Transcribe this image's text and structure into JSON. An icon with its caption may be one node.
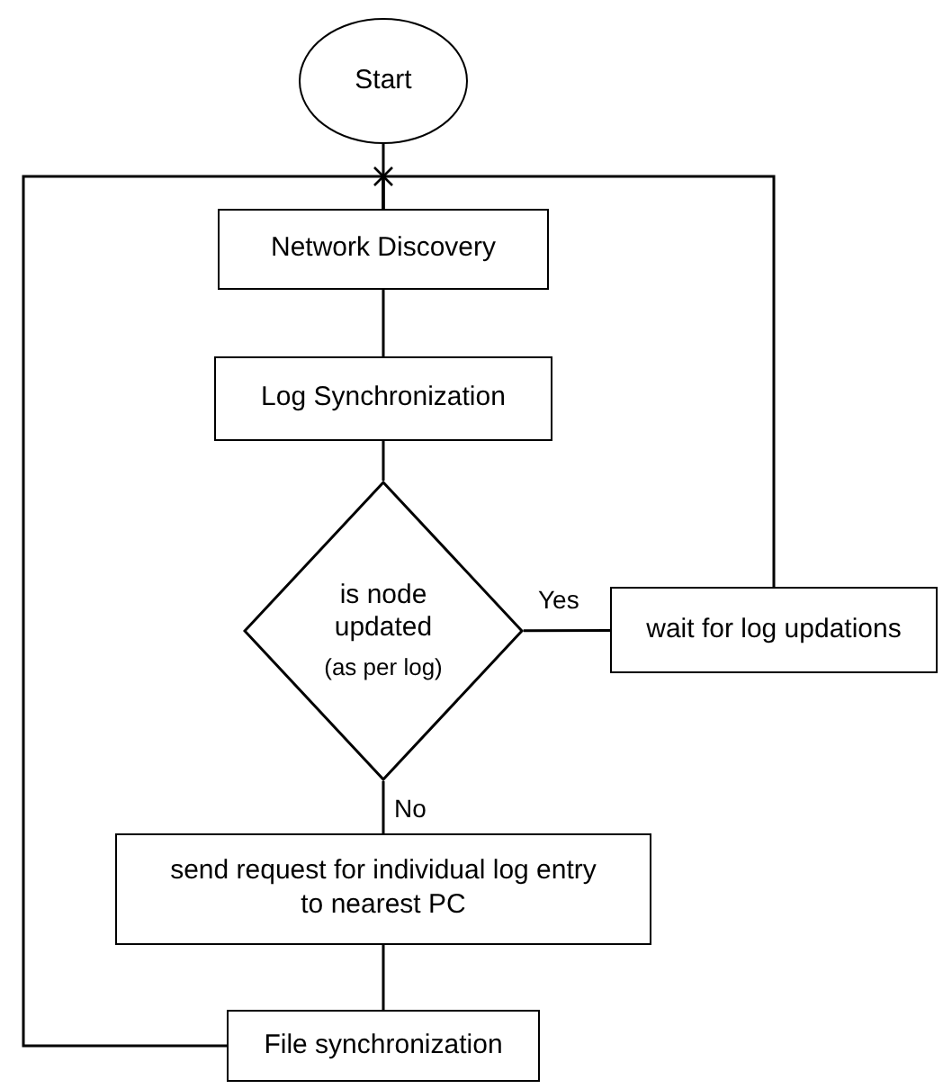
{
  "diagram": {
    "nodes": [
      {
        "text": [
          "Start"
        ]
      },
      {
        "text": [
          "Network Discovery"
        ]
      },
      {
        "text": [
          "Log Synchronization"
        ]
      },
      {
        "text": [
          "is node updated",
          "(as per log)"
        ]
      },
      {
        "text": [
          "wait for log updations"
        ]
      },
      {
        "text": [
          "send request for individual log entry to nearest PC"
        ]
      },
      {
        "text": [
          "File synchronization"
        ]
      }
    ],
    "edges": [
      {
        "from": 0,
        "to": 1,
        "arrow": "none"
      },
      {
        "from": 1,
        "to": 2,
        "arrow": "none"
      },
      {
        "from": 2,
        "to": 3,
        "arrow": "none"
      },
      {
        "from": 3,
        "to": 4,
        "label": "Yes",
        "arrow": "none"
      },
      {
        "from": 3,
        "to": 5,
        "label": "No",
        "arrow": "none"
      },
      {
        "from": 5,
        "to": 6,
        "arrow": "none"
      },
      {
        "from": 6,
        "to": 1,
        "arrow": "none"
      },
      {
        "from": 4,
        "to": 1,
        "arrow": "none"
      }
    ]
  }
}
